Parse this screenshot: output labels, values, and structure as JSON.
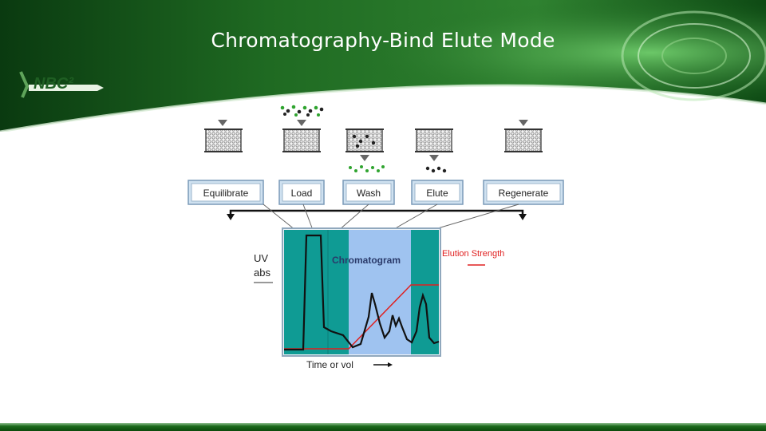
{
  "slide": {
    "title": "Chromatography-Bind Elute Mode",
    "logo_text": "NBC²"
  },
  "steps": [
    {
      "label": "Equilibrate"
    },
    {
      "label": "Load"
    },
    {
      "label": "Wash"
    },
    {
      "label": "Elute"
    },
    {
      "label": "Regenerate"
    }
  ],
  "chromatogram": {
    "title": "Chromatogram",
    "y_label_line1": "UV",
    "y_label_line2": "abs",
    "x_label": "Time or vol",
    "legend": "Elution Strength"
  },
  "colors": {
    "header_dark": "#0b3d12",
    "header_light": "#3d8a3a",
    "step_box_fill": "#cfe1f0",
    "step_box_border": "#7a9ab8",
    "phase_teal": "#0f9b94",
    "phase_blue": "#9fc3f0",
    "elution_line": "#e02020",
    "trace": "#111111"
  }
}
